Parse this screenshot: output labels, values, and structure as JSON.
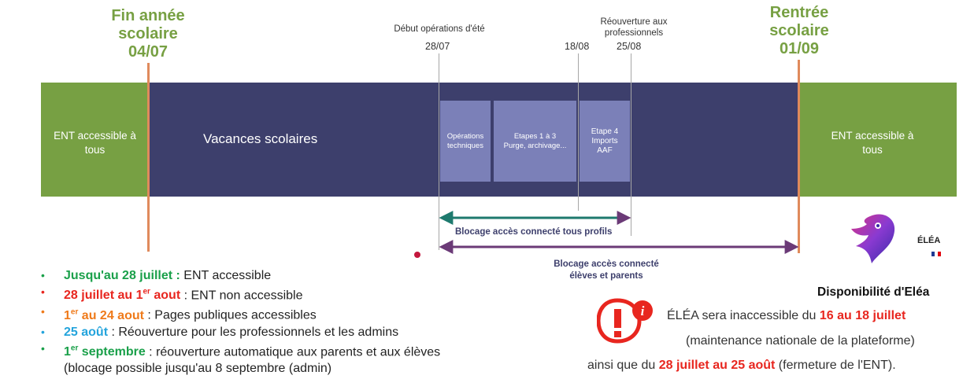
{
  "header": {
    "fin_annee": [
      "Fin année",
      "scolaire",
      "04/07"
    ],
    "rentree": [
      "Rentrée",
      "scolaire",
      "01/09"
    ],
    "debut_ops_label": "Début opérations d'été",
    "reouverture_label": [
      "Réouverture aux",
      "professionnels"
    ],
    "dates": {
      "d1": "28/07",
      "d2": "18/08",
      "d3": "25/08"
    }
  },
  "timeline": {
    "left_band": [
      "ENT accessible à",
      "tous"
    ],
    "vacances": "Vacances scolaires",
    "box1": [
      "Opérations",
      "techniques"
    ],
    "box2": [
      "Etapes 1 à 3",
      "Purge, archivage..."
    ],
    "box3": [
      "Etape 4",
      "Imports",
      "AAF"
    ],
    "right_band": [
      "ENT accessible à",
      "tous"
    ],
    "arrow1_label": "Blocage accès connecté tous profils",
    "arrow2_label": [
      "Blocage accès connecté",
      "élèves et parents"
    ],
    "colors": {
      "green": "#77a043",
      "navy": "#3d3f6c",
      "box": "#7b80b8",
      "orange": "#e08a5c",
      "teal": "#1e7a6e",
      "purple": "#6b3a77"
    }
  },
  "bullets": [
    {
      "bold": "Jusqu'au 28 juillet :",
      "text": " ENT accessible",
      "bullet_color": "#1aa04a"
    },
    {
      "bold_a": "28 juillet au 1",
      "sup": "er",
      "bold_b": " aout",
      "text": " : ENT non accessible",
      "bullet_color": "#e8261f"
    },
    {
      "bold_a": "1",
      "sup": "er",
      "bold_b": " au 24 aout",
      "text": " : Pages publiques accessibles",
      "bullet_color": "#ef7a1a"
    },
    {
      "bold": "25 août",
      "text": " : Réouverture pour les professionnels et les admins",
      "bullet_color": "#24a4dc"
    },
    {
      "bold_a": "1",
      "sup": "er",
      "bold_b": " septembre",
      "text": " : réouverture automatique aux parents et aux élèves",
      "bullet_color": "#1aa04a"
    }
  ],
  "bullet_note": "(blocage possible jusqu'au 8 septembre (admin)",
  "eleа_block": {},
  "elea": {
    "logo_text": "ÉLÉA",
    "title": "Disponibilité d'Eléa",
    "line1_a": "ÉLÉA sera inaccessible du ",
    "line1_b": "16 au 18 juillet",
    "line2": "(maintenance nationale de la plateforme)",
    "line3_a": "ainsi que du ",
    "line3_b": "28 juillet au 25 août",
    "line3_c": " (fermeture de l'ENT)."
  }
}
